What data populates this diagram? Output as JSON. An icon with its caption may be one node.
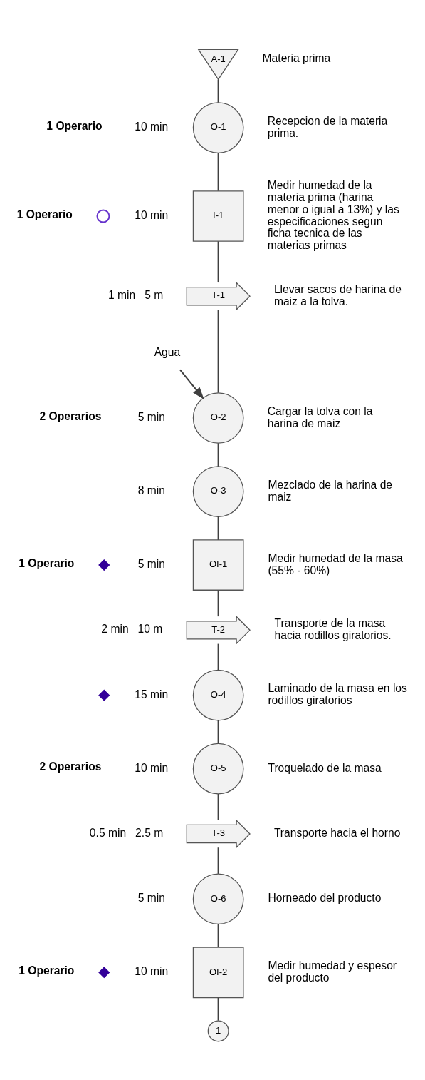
{
  "diagram": {
    "nodes": [
      {
        "text": [
          "A-1"
        ],
        "beside": [
          "Materia prima"
        ]
      },
      {
        "text": [
          "O-1"
        ],
        "beside": [
          "10 min",
          "Recepcion de la materia prima."
        ]
      },
      {
        "text": [
          "I-1"
        ],
        "beside": [
          "10 min",
          "Medir humedad de la materia prima (harina menor o igual a 13%) y las especificaciones segun ficha tecnica de las materias primas"
        ]
      },
      {
        "text": [
          "T-1"
        ],
        "beside": [
          "1 min",
          "5 m",
          "Llevar sacos de harina de maiz a la tolva."
        ]
      },
      {
        "text": [
          "Agua"
        ]
      },
      {
        "text": [
          "O-2"
        ],
        "beside": [
          "5 min",
          "Cargar la tolva con la harina de maiz"
        ]
      },
      {
        "text": [
          "O-3"
        ],
        "beside": [
          "8 min",
          "Mezclado de la harina de maiz"
        ]
      },
      {
        "text": [
          "OI-1"
        ],
        "beside": [
          "5 min",
          "Medir humedad de la masa (55% - 60%)"
        ]
      },
      {
        "text": [
          "T-2"
        ],
        "beside": [
          "2 min",
          "10 m",
          "Transporte de la masa hacia rodillos giratorios."
        ]
      },
      {
        "text": [
          "O-4"
        ],
        "beside": [
          "15 min",
          "Laminado de la masa en los rodillos giratorios"
        ]
      },
      {
        "text": [
          "O-5"
        ],
        "beside": [
          "10 min",
          "Troquelado de la masa"
        ]
      },
      {
        "text": [
          "T-3"
        ],
        "beside": [
          "0.5 min",
          "2.5 m",
          "Transporte hacia el horno"
        ]
      },
      {
        "text": [
          "O-6"
        ],
        "beside": [
          "5 min",
          "Horneado del producto"
        ]
      },
      {
        "text": [
          "OI-2"
        ],
        "beside": [
          "10 min",
          "Medir humedad y espesor del producto"
        ]
      },
      {
        "text": [
          "1"
        ]
      }
    ],
    "edges": [
      {
        "from": 0,
        "to": 1,
        "arrow": "none"
      },
      {
        "from": 1,
        "to": 2,
        "arrow": "none"
      },
      {
        "from": 2,
        "to": 3,
        "arrow": "none"
      },
      {
        "from": 3,
        "to": 5,
        "arrow": "none"
      },
      {
        "from": 4,
        "to": 5,
        "arrow": "to"
      },
      {
        "from": 5,
        "to": 6,
        "arrow": "none"
      },
      {
        "from": 6,
        "to": 7,
        "arrow": "none"
      },
      {
        "from": 7,
        "to": 8,
        "arrow": "none"
      },
      {
        "from": 8,
        "to": 9,
        "arrow": "none"
      },
      {
        "from": 9,
        "to": 10,
        "arrow": "none"
      },
      {
        "from": 10,
        "to": 11,
        "arrow": "none"
      },
      {
        "from": 11,
        "to": 12,
        "arrow": "none"
      },
      {
        "from": 12,
        "to": 13,
        "arrow": "none"
      },
      {
        "from": 13,
        "to": 14,
        "arrow": "none"
      }
    ],
    "labels": [
      "1 Operario",
      "1 Operario",
      "2 Operarios",
      "1 Operario",
      "2 Operarios",
      "1 Operario"
    ]
  }
}
